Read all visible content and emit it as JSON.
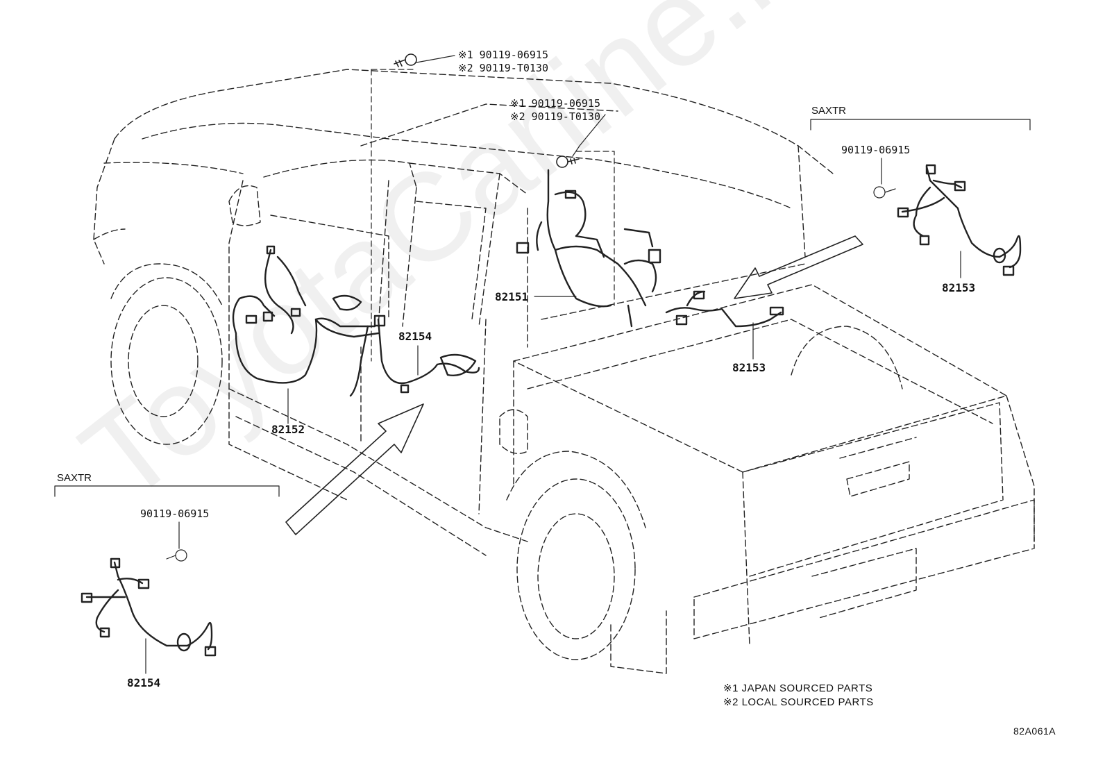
{
  "callouts": {
    "bolt_top_1": "※1 90119-06915",
    "bolt_top_2": "※2 90119-T0130",
    "bolt_mid_1": "※1 90119-06915",
    "bolt_mid_2": "※2 90119-T0130",
    "part_82151": "82151",
    "part_82152": "82152",
    "part_82153_main": "82153",
    "part_82154_main": "82154",
    "right_inset_bolt": "90119-06915",
    "right_inset_part": "82153",
    "left_inset_bolt": "90119-06915",
    "left_inset_part": "82154"
  },
  "insets": {
    "right_title": "SAXTR",
    "left_title": "SAXTR"
  },
  "notes": {
    "line1": "※1  JAPAN SOURCED PARTS",
    "line2": "※2  LOCAL SOURCED PARTS"
  },
  "figure_code": "82A061A",
  "watermark": "ToyotaCarline.ru"
}
